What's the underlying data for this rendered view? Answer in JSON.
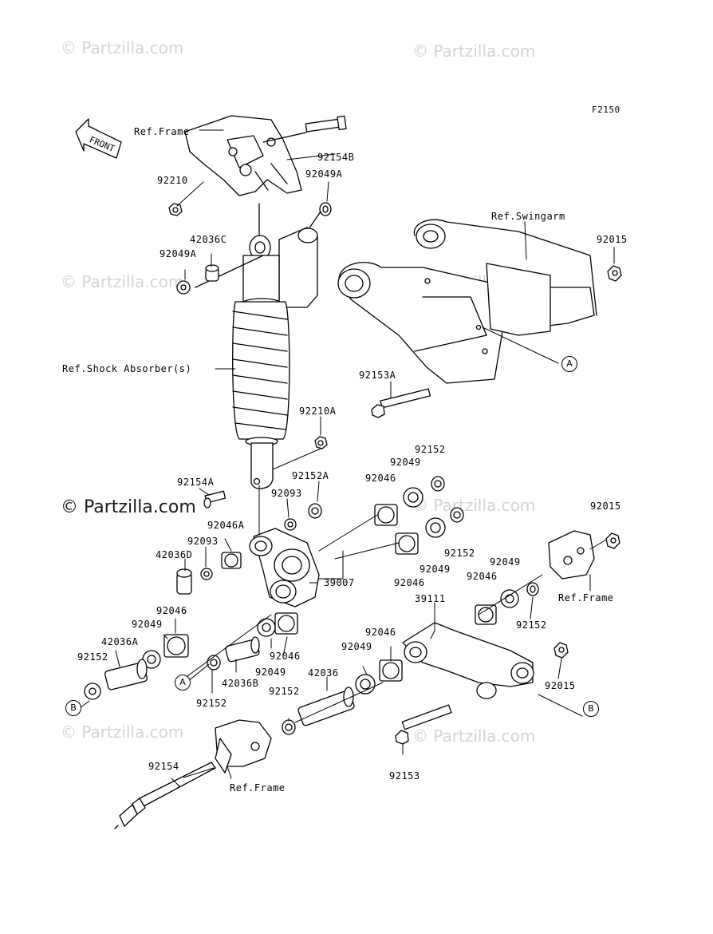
{
  "figure_id": "F2150",
  "front_label": "FRONT",
  "watermarks": {
    "small": "© Partzilla.com",
    "main": "© Partzilla.com"
  },
  "refs": {
    "frame_top": "Ref.Frame",
    "swingarm": "Ref.Swingarm",
    "shock": "Ref.Shock Absorber(s)",
    "frame_right": "Ref.Frame",
    "frame_bottom": "Ref.Frame"
  },
  "callouts": {
    "a": "A",
    "b": "B"
  },
  "parts": {
    "p92154B": "92154B",
    "p92210": "92210",
    "p92049A_top": "92049A",
    "p42036C": "42036C",
    "p92049A_left": "92049A",
    "p92015_top": "92015",
    "p92153A": "92153A",
    "p92210A": "92210A",
    "p92152_top": "92152",
    "p92049_top": "92049",
    "p92046_top": "92046",
    "p92154A": "92154A",
    "p92152A": "92152A",
    "p92093_a": "92093",
    "p92046A": "92046A",
    "p92093_b": "92093",
    "p42036D": "42036D",
    "p39007": "39007",
    "p92152_mid": "92152",
    "p92049_mid": "92049",
    "p92046_mid": "92046",
    "p92015_right": "92015",
    "p92049_right": "92049",
    "p92046_right": "92046",
    "p92152_right": "92152",
    "p39111": "39111",
    "p92046_left": "92046",
    "p92049_left": "92049",
    "p42036A": "42036A",
    "p92152_left": "92152",
    "p92046_cen": "92046",
    "p92049_cen": "92049",
    "p42036B": "42036B",
    "p92152_cen": "92152",
    "p42036": "42036",
    "p92152_low": "92152",
    "p92049_low": "92049",
    "p92046_low": "92046",
    "p92015_low": "92015",
    "p92154": "92154",
    "p92153": "92153"
  }
}
